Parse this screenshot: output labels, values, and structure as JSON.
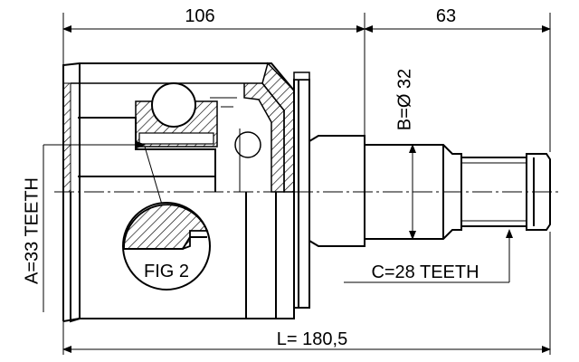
{
  "dimensions": {
    "housing_length": "106",
    "shaft_length": "63",
    "total_length": "L= 180,5",
    "shaft_diameter": "B=Ø 32",
    "inner_teeth": "A=33 TEETH",
    "outer_teeth": "C=28 TEETH"
  },
  "figure_label": "FIG 2",
  "colors": {
    "line": "#000000",
    "background": "#ffffff"
  }
}
